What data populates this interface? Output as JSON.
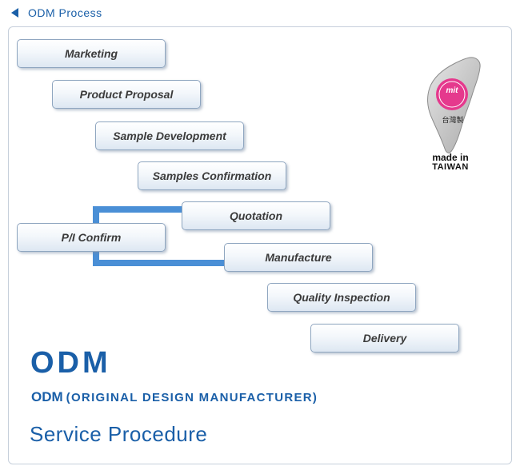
{
  "header": {
    "title": "ODM Process"
  },
  "steps": [
    {
      "label": "Marketing"
    },
    {
      "label": "Product Proposal"
    },
    {
      "label": "Sample Development"
    },
    {
      "label": "Samples Confirmation"
    },
    {
      "label": "Quotation"
    },
    {
      "label": "P/I Confirm"
    },
    {
      "label": "Manufacture"
    },
    {
      "label": "Quality Inspection"
    },
    {
      "label": "Delivery"
    }
  ],
  "badge": {
    "mit_text": "mit",
    "chinese_text": "台灣製",
    "made_in": "made in",
    "country": "TAIWAN"
  },
  "footer": {
    "odm": "ODM",
    "abbr": "ODM",
    "full_name": "(ORIGINAL DESIGN MANUFACTURER)",
    "service": "Service Procedure"
  },
  "colors": {
    "accent": "#1a5fa8",
    "connector": "#4a8fd6",
    "badge_pink": "#e5398d"
  }
}
